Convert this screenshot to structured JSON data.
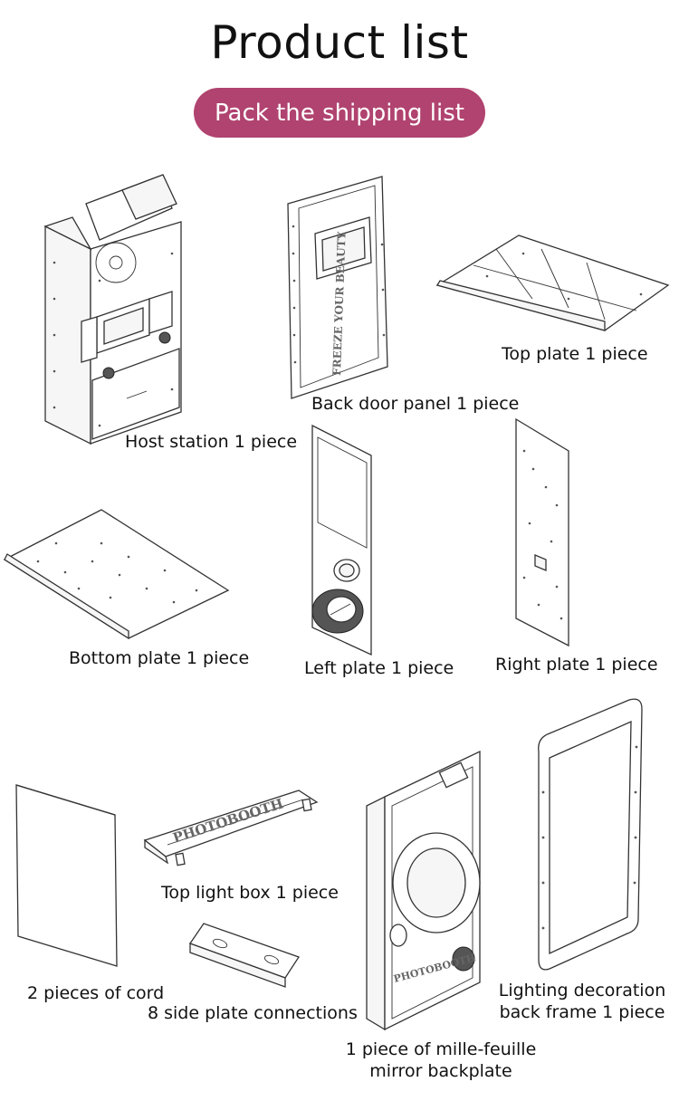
{
  "header": {
    "title": "Product list",
    "subtitle": "Pack the shipping list"
  },
  "colors": {
    "accent": "#b0436f",
    "line": "#333333"
  },
  "parts": {
    "host_station": "Host station 1 piece",
    "back_door_panel": "Back door panel 1 piece",
    "top_plate": "Top plate 1 piece",
    "bottom_plate": "Bottom plate 1 piece",
    "left_plate": "Left plate 1 piece",
    "right_plate": "Right plate 1 piece",
    "cord": "2 pieces of cord",
    "top_light_box": "Top light box 1 piece",
    "side_plate_connections": "8 side plate connections",
    "backplate_line1": "1 piece of mille-feuille",
    "backplate_line2": "mirror backplate",
    "lighting_frame_line1": "Lighting decoration",
    "lighting_frame_line2": "back frame 1 piece"
  },
  "stamps": {
    "panel_text": "FREEZE YOUR BEAUTY",
    "lightbox_text": "PHOTOBOOTH",
    "backplate_text": "PHOTOBOOTH"
  }
}
